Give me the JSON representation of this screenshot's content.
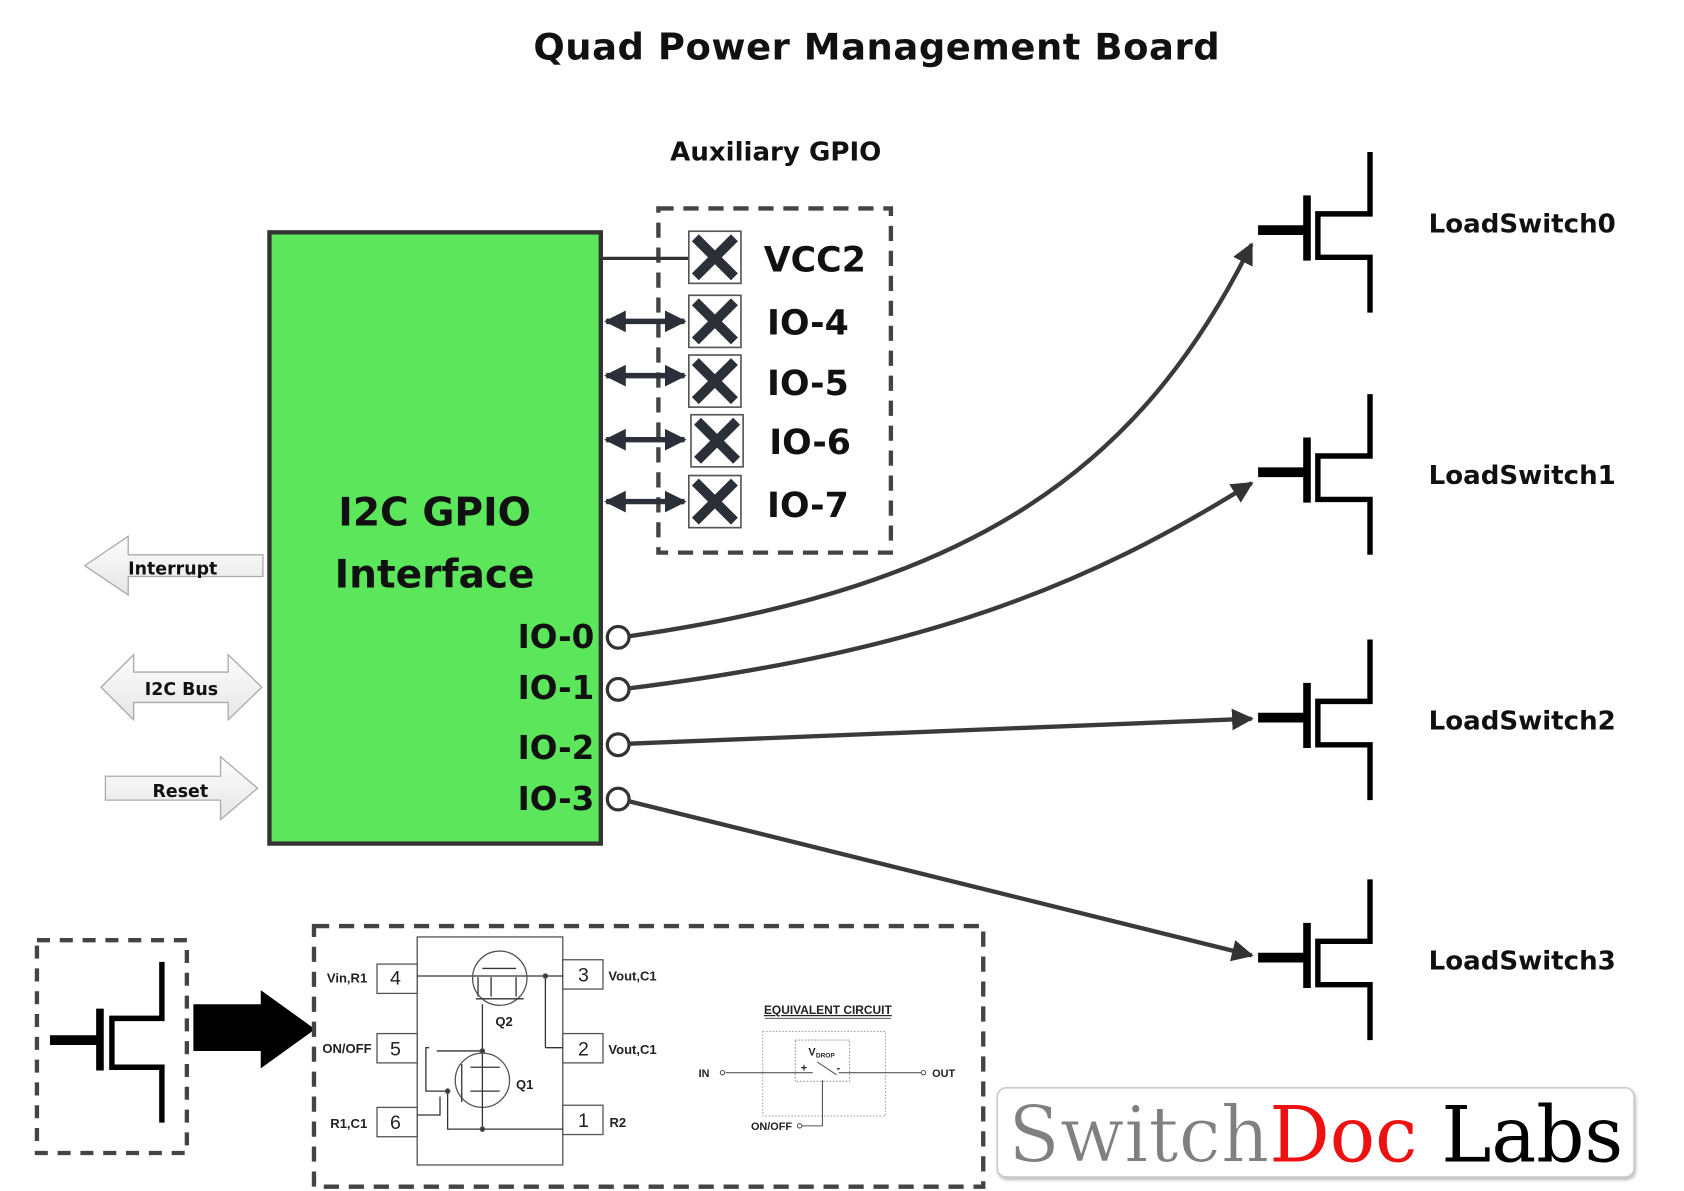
{
  "title": "Quad Power Management Board",
  "aux_gpio": {
    "title": "Auxiliary GPIO",
    "pins": [
      {
        "label": "VCC2",
        "icon": "x-box-icon",
        "connection": "line"
      },
      {
        "label": "IO-4",
        "icon": "x-box-icon",
        "connection": "bidirectional"
      },
      {
        "label": "IO-5",
        "icon": "x-box-icon",
        "connection": "bidirectional"
      },
      {
        "label": "IO-6",
        "icon": "x-box-icon",
        "connection": "bidirectional"
      },
      {
        "label": "IO-7",
        "icon": "x-box-icon",
        "connection": "bidirectional"
      }
    ]
  },
  "chip": {
    "line1": "I2C GPIO",
    "line2": "Interface",
    "color": "#5ce65c",
    "outputs": [
      "IO-0",
      "IO-1",
      "IO-2",
      "IO-3"
    ]
  },
  "signals": [
    {
      "label": "Interrupt",
      "direction": "left"
    },
    {
      "label": "I2C Bus",
      "direction": "both"
    },
    {
      "label": "Reset",
      "direction": "right"
    }
  ],
  "load_switches": [
    "LoadSwitch0",
    "LoadSwitch1",
    "LoadSwitch2",
    "LoadSwitch3"
  ],
  "datasheet": {
    "left_pins": [
      {
        "num": "4",
        "label": "Vin,R1"
      },
      {
        "num": "5",
        "label": "ON/OFF"
      },
      {
        "num": "6",
        "label": "R1,C1"
      }
    ],
    "right_pins": [
      {
        "num": "3",
        "label": "Vout,C1"
      },
      {
        "num": "2",
        "label": "Vout,C1"
      },
      {
        "num": "1",
        "label": "R2"
      }
    ],
    "transistors": [
      "Q2",
      "Q1"
    ],
    "equivalent": {
      "title": "EQUIVALENT CIRCUIT",
      "in": "IN",
      "out": "OUT",
      "onoff": "ON/OFF",
      "vdrop": "V",
      "vdrop_sub": "DROP",
      "plus": "+",
      "minus": "-"
    }
  },
  "logo": {
    "part1": "Switch",
    "part2": "Doc",
    "part3": "Labs",
    "color1": "#808080",
    "color2": "#ee1111",
    "color3": "#000000"
  }
}
